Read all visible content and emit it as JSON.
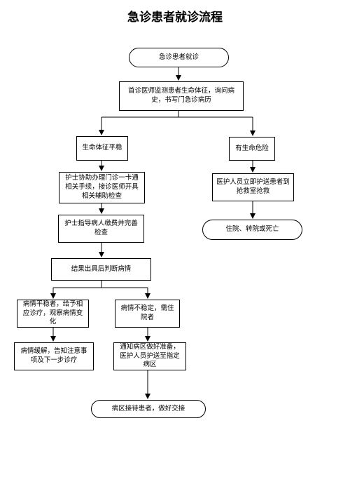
{
  "title": "急诊患者就诊流程",
  "nodes": {
    "start": "急诊患者就诊",
    "first_doctor": "首诊医师监测患者生命体征，询问病史，书写门急诊病历",
    "stable": "生命体征平稳",
    "danger": "有生命危险",
    "nurse_assist": "护士协助办理门诊一卡通相关手续，接诊医师开具相关辅助检查",
    "rescue": "医护人员立即护送患者到抢救室抢救",
    "nurse_guide": "护士指导病人缴费并完善检查",
    "outcome": "住院、转院或死亡",
    "judge": "结果出具后判断病情",
    "stable_treat": "病情平稳者，给予相应诊疗，观察病情变化",
    "unstable": "病情不稳定，需住院者",
    "relieved": "病情缓解，告知注意事项及下一步诊疗",
    "notify_ward": "通知病区做好准备，医护人员护送至指定病区",
    "ward_receive": "病区接待患者，做好交接"
  }
}
